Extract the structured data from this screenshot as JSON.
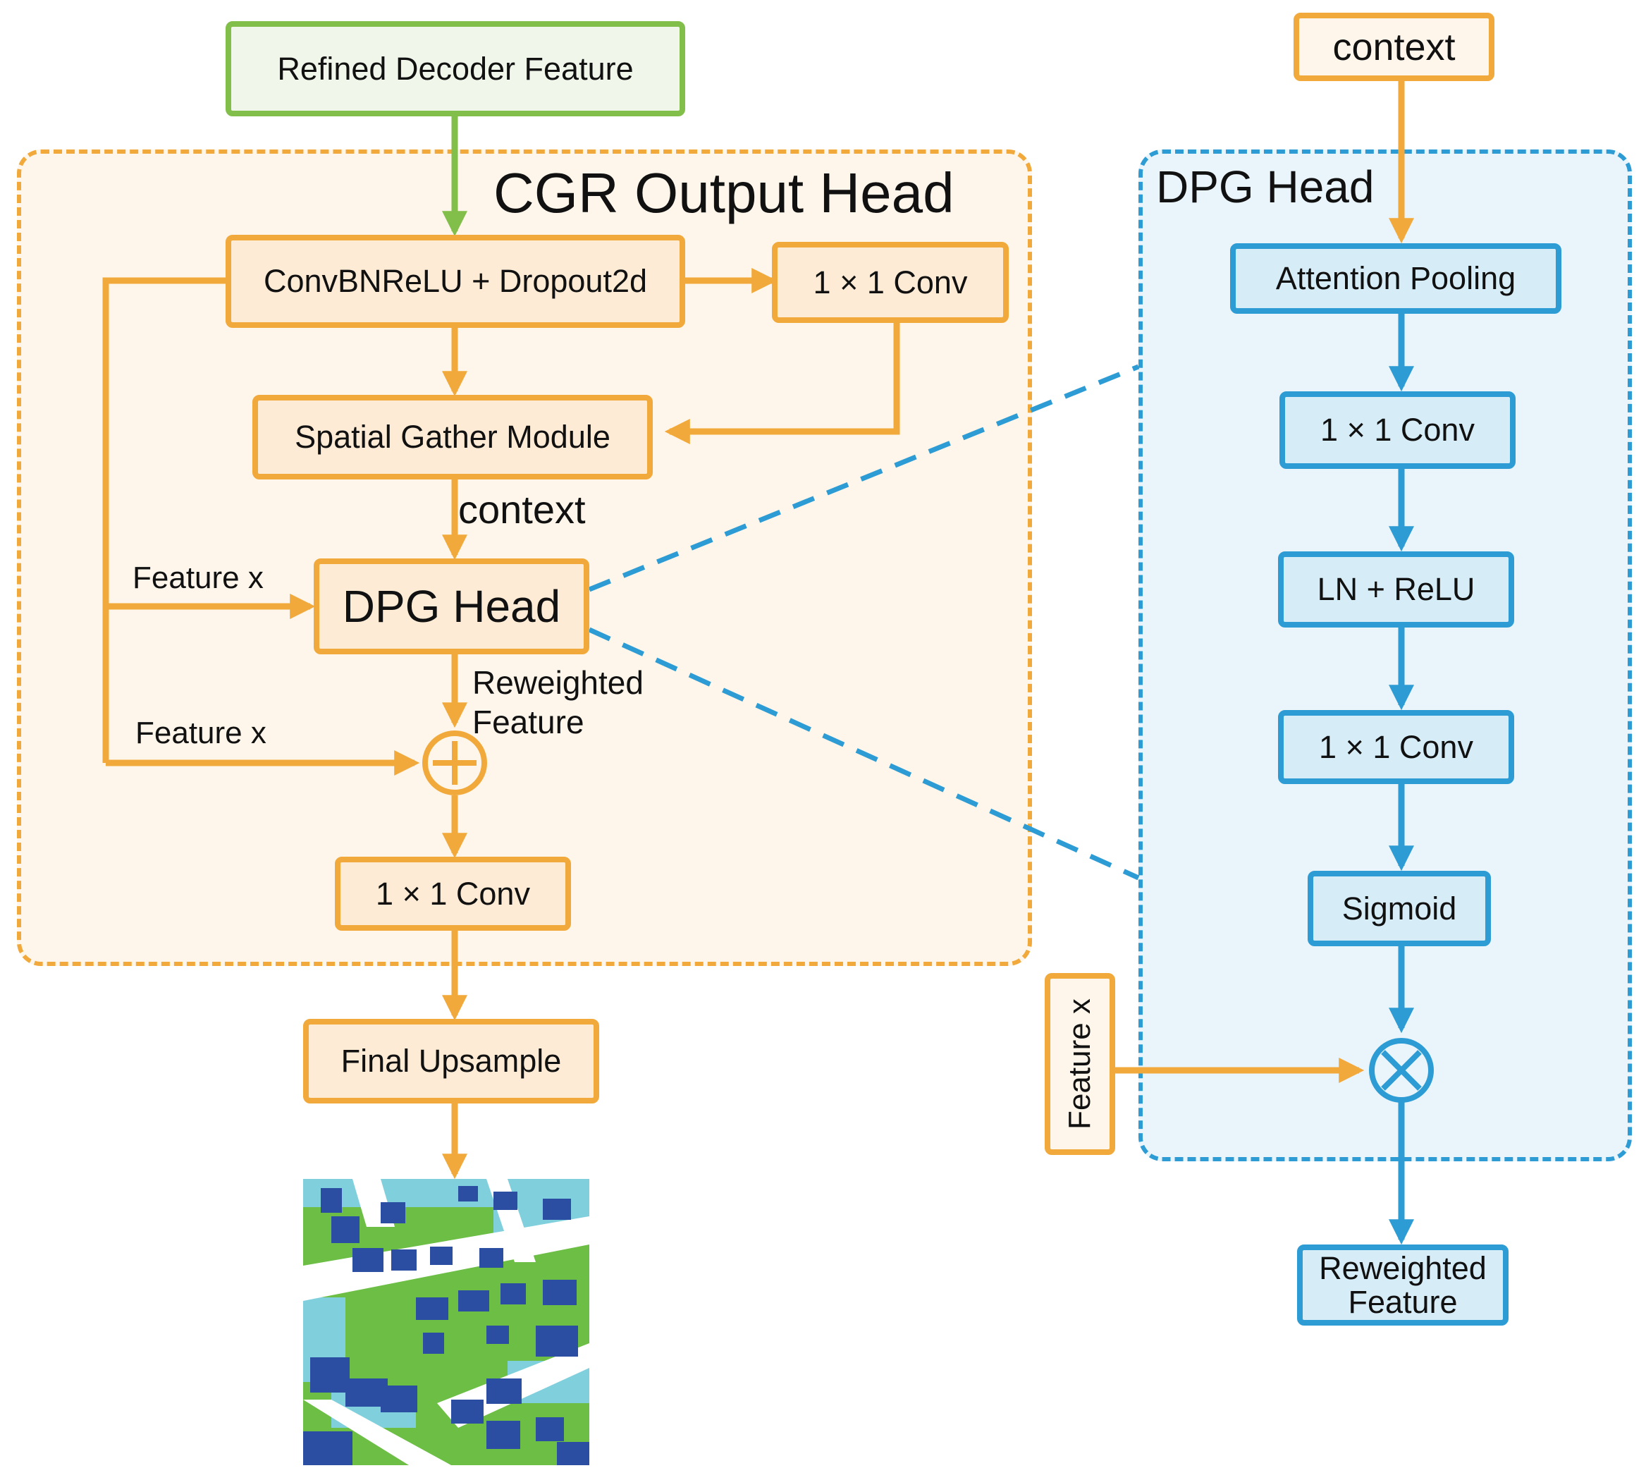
{
  "cgr": {
    "title": "CGR Output Head",
    "input": "Refined Decoder Feature",
    "conv_bn": "ConvBNReLU + Dropout2d",
    "conv1x1_top": "1 × 1 Conv",
    "spatial_gather": "Spatial Gather Module",
    "context_label": "context",
    "dpg_head": "DPG Head",
    "feature_x_1": "Feature x",
    "feature_x_2": "Feature x",
    "reweighted_line1": "Reweighted",
    "reweighted_line2": "Feature",
    "add_symbol": "+",
    "conv1x1_bottom": "1 × 1 Conv",
    "final_upsample": "Final Upsample"
  },
  "dpg": {
    "title": "DPG Head",
    "context_input": "context",
    "attention_pooling": "Attention Pooling",
    "conv1x1_a": "1 × 1 Conv",
    "ln_relu": "LN + ReLU",
    "conv1x1_b": "1 × 1 Conv",
    "sigmoid": "Sigmoid",
    "feature_x": "Feature x",
    "mul_symbol": "×",
    "output_line1": "Reweighted",
    "output_line2": "Feature"
  },
  "colors": {
    "orange": "#F2A93B",
    "green": "#82BE4A",
    "blue": "#2E9CD4",
    "map_building": "#2B4EA2",
    "map_vegetation": "#6CBE45",
    "map_water": "#7FD0DC",
    "map_road": "#FFFFFF"
  }
}
